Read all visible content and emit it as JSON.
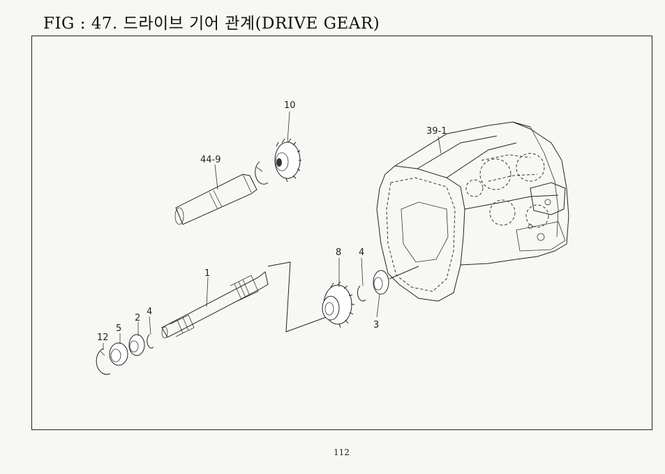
{
  "title": "FIG : 47. 드라이브 기어 관계(DRIVE GEAR)",
  "page_number": "112",
  "callouts": {
    "c10": "10",
    "c44_9": "44-9",
    "c39_1": "39-1",
    "c8": "8",
    "c4_upper": "4",
    "c3": "3",
    "c1": "1",
    "c2": "2",
    "c4_lower": "4",
    "c5": "5",
    "c12": "12"
  }
}
